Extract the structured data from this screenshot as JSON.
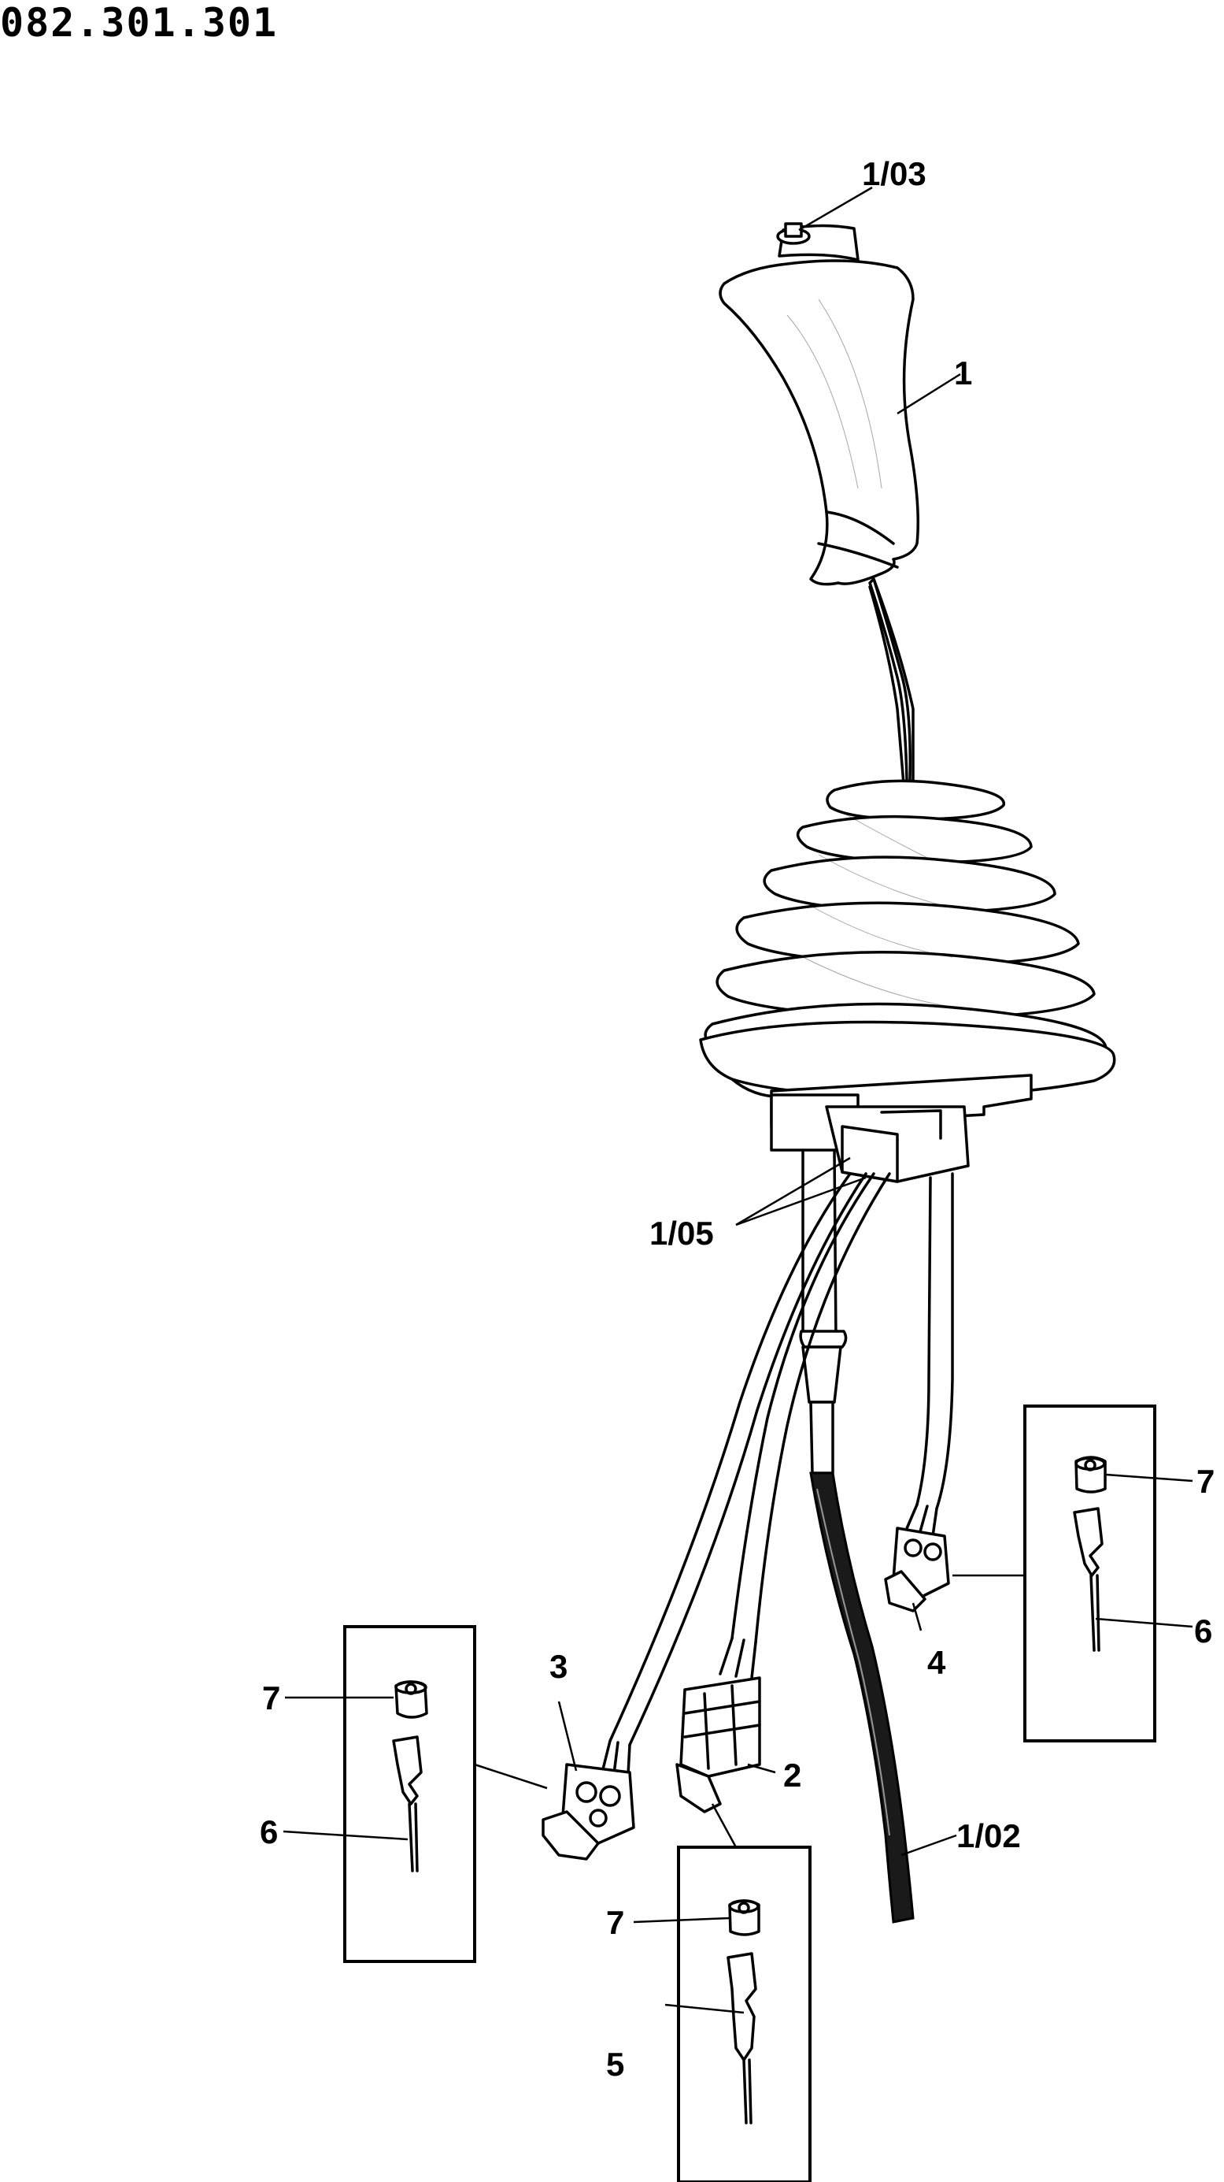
{
  "drawing": {
    "code": "082.301.301",
    "callouts": {
      "c1": "1",
      "c103": "1/03",
      "c105": "1/05",
      "c102": "1/02",
      "c2": "2",
      "c3": "3",
      "c4": "4",
      "c5": "5",
      "c6a": "6",
      "c6b": "6",
      "c7a": "7",
      "c7b": "7",
      "c7c": "7"
    }
  }
}
